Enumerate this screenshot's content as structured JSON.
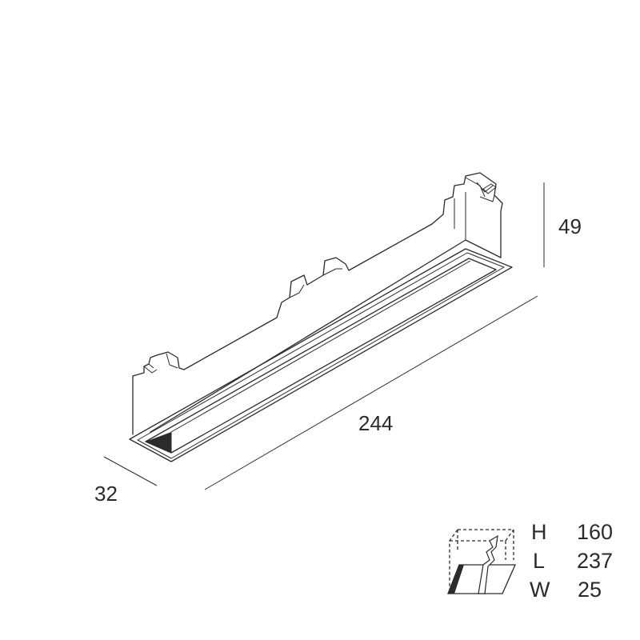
{
  "dimensions": {
    "length": "244",
    "width": "32",
    "height": "49"
  },
  "cutout": {
    "rows": [
      {
        "letter": "H",
        "value": "160"
      },
      {
        "letter": "L",
        "value": "237"
      },
      {
        "letter": "W",
        "value": "25"
      }
    ]
  }
}
